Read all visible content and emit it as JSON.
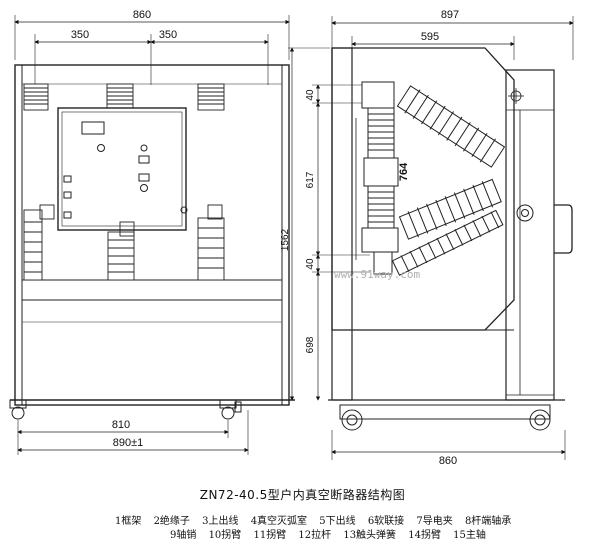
{
  "dimensions": {
    "front_total_width": "860",
    "front_pole_spacing_left": "350",
    "front_pole_spacing_right": "350",
    "front_wheel_span": "810",
    "front_base_width": "890±1",
    "side_total_depth": "897",
    "side_upper_depth": "595",
    "side_base_depth": "860",
    "side_top_offset": "40",
    "side_contact_height": "617",
    "side_bottom_offset": "40",
    "side_overall_height": "1562",
    "side_lower_height": "698",
    "side_pole_height": "764"
  },
  "watermark": "www.91way.com",
  "title": "ZN72-40.5型户内真空断路器结构图",
  "legend_row1": [
    "1框架",
    "2绝缘子",
    "3上出线",
    "4真空灭弧室",
    "5下出线",
    "6软联接",
    "7导电夹",
    "8杆端轴承"
  ],
  "legend_row2": [
    "9轴销",
    "10拐臂",
    "11拐臂",
    "12拉杆",
    "13触头弹簧",
    "14拐臂",
    "15主轴"
  ]
}
